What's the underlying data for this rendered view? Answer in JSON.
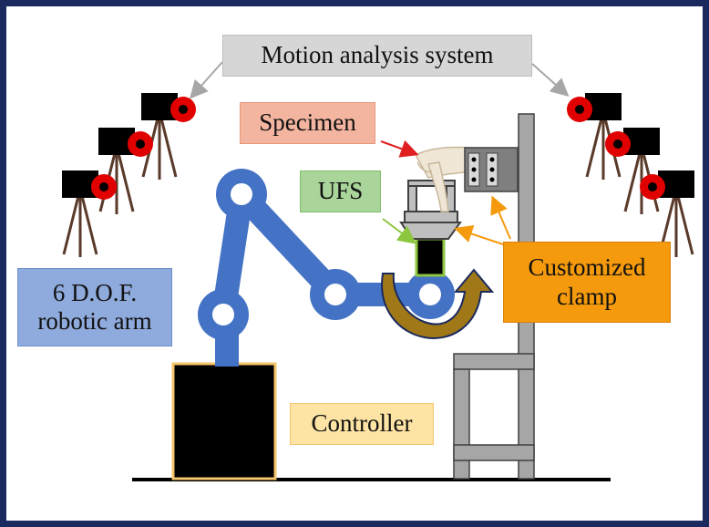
{
  "labels": {
    "motion_analysis_system": "Motion analysis system",
    "specimen": "Specimen",
    "ufs": "UFS",
    "robotic_arm": "6 D.O.F.\nrobotic arm",
    "customized_clamp": "Customized\nclamp",
    "controller": "Controller"
  },
  "colors": {
    "frame_border": "#1a2a5e",
    "robot_arm": "#4472c4",
    "controller_box": "#000000",
    "controller_outline": "#f4c56a",
    "camera_body": "#000000",
    "camera_lens": "#e00000",
    "tripod": "#5a3a2a",
    "stand": "#a6a6a6",
    "rotation_arrow": "#a07818",
    "arrow_specimen": "#e02020",
    "arrow_ufs": "#8dc63f",
    "arrow_clamp": "#f59a0c",
    "arrow_motion": "#a6a6a6"
  },
  "icons": [
    "camera-icon",
    "tripod-icon",
    "robotic-arm-icon",
    "rotation-arrow-icon",
    "specimen-icon",
    "clamp-icon",
    "ufs-sensor-icon",
    "controller-box-icon",
    "stand-icon"
  ]
}
